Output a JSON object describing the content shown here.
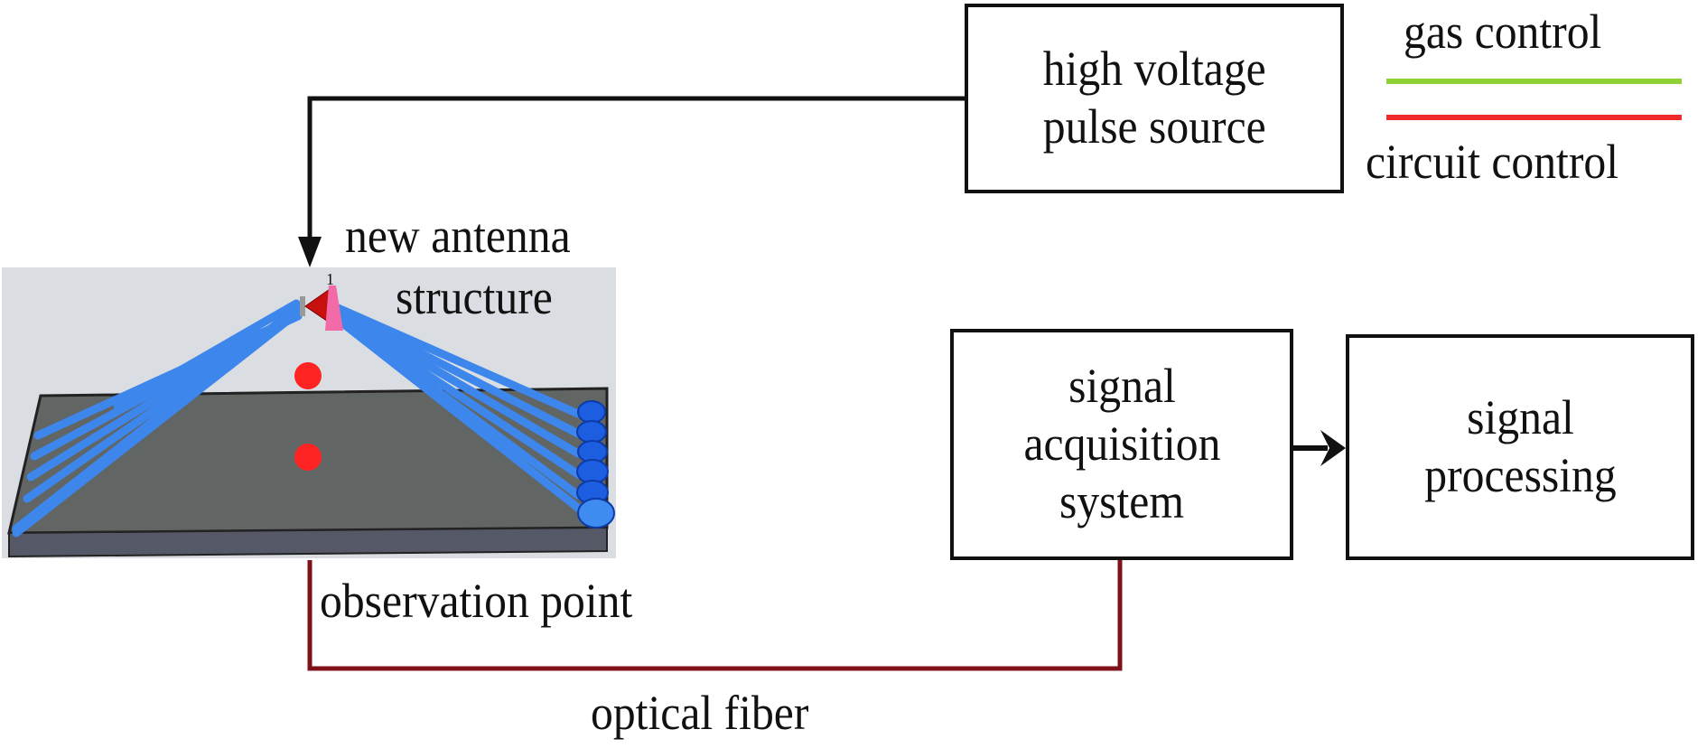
{
  "figure": {
    "type": "system block diagram",
    "blocks": {
      "pulse_source": {
        "lines": [
          "high voltage",
          "pulse source"
        ]
      },
      "acquisition": {
        "lines": [
          "signal",
          "acquisition",
          "system"
        ]
      },
      "processing": {
        "lines": [
          "signal",
          "processing"
        ]
      }
    },
    "labels": {
      "antenna": [
        "new antenna",
        "structure"
      ],
      "observation": "observation point",
      "fiber": "optical fiber",
      "port_number": "1"
    },
    "legend": {
      "items": [
        {
          "label": "gas control",
          "color": "#8fd134"
        },
        {
          "label": "circuit control",
          "color": "#ee2a2a"
        }
      ]
    },
    "colors": {
      "wire": "#111111",
      "fiber": "#7e1218",
      "beam": "#3d86ec",
      "observation_dot": "#ff2424",
      "plate_top": "#626664",
      "plate_side": "#545866",
      "scene_bg": "#d9dde1",
      "horn": "#c8100e",
      "feed": "#f26ba8"
    },
    "connections": [
      {
        "from": "high voltage pulse source",
        "to": "new antenna structure",
        "style": "black arrow"
      },
      {
        "from": "observation point",
        "to": "signal acquisition system",
        "style": "optical fiber"
      },
      {
        "from": "signal acquisition system",
        "to": "signal processing",
        "style": "black arrow"
      }
    ]
  }
}
